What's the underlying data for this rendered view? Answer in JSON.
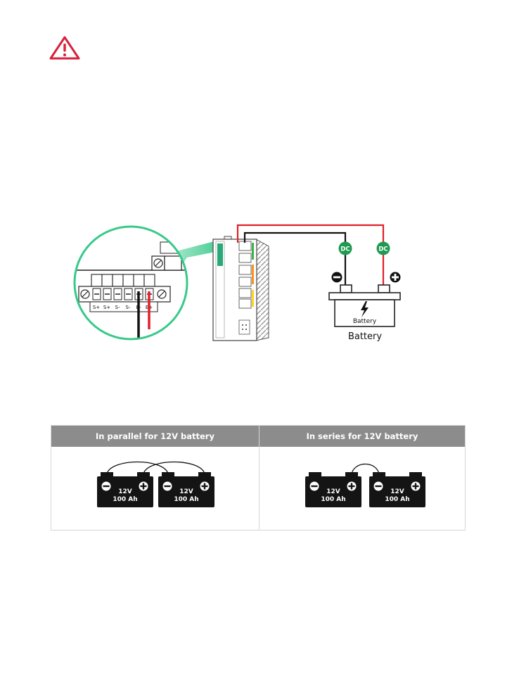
{
  "diagram": {
    "dc_label": "DC",
    "terminal_labels": [
      "S+",
      "S+",
      "S-",
      "S-",
      "E-",
      "E+"
    ],
    "battery_inner_label": "Battery",
    "battery_caption": "Battery"
  },
  "table": {
    "columns": [
      {
        "header": "In parallel for 12V battery",
        "batteries": [
          {
            "voltage": "12V",
            "capacity": "100 Ah"
          },
          {
            "voltage": "12V",
            "capacity": "100 Ah"
          }
        ]
      },
      {
        "header": "In series for 12V battery",
        "batteries": [
          {
            "voltage": "12V",
            "capacity": "100 Ah"
          },
          {
            "voltage": "12V",
            "capacity": "100 Ah"
          }
        ]
      }
    ]
  },
  "colors": {
    "warning": "#d8213a",
    "wire_positive": "#e0202a",
    "wire_negative": "#111111",
    "dc_badge": "#1f9a50",
    "callout": "#38c98a",
    "header_bg": "#8c8c8c"
  }
}
